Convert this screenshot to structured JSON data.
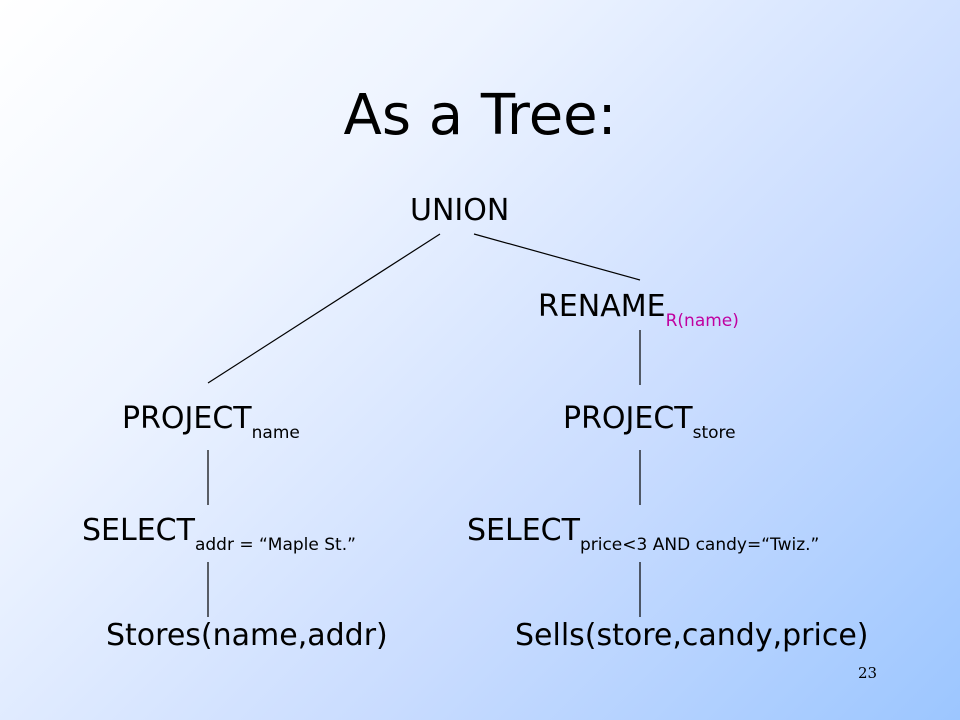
{
  "slide": {
    "title": "As a Tree:",
    "page_number": "23"
  },
  "tree": {
    "union": {
      "label": "UNION"
    },
    "rename": {
      "label": "RENAME",
      "subscript": "R(name)"
    },
    "project_left": {
      "label": "PROJECT",
      "subscript": "name"
    },
    "project_right": {
      "label": "PROJECT",
      "subscript": "store"
    },
    "select_left": {
      "label": "SELECT",
      "subscript": "addr = “Maple St.”"
    },
    "select_right": {
      "label": "SELECT",
      "subscript": "price<3 AND candy=“Twiz.”"
    },
    "stores": {
      "label": "Stores(name,addr)"
    },
    "sells": {
      "label": "Sells(store,candy,price)"
    }
  },
  "colors": {
    "subscript_accent": "#c000a0",
    "background_start": "#ffffff",
    "background_end": "#9cc6ff"
  }
}
